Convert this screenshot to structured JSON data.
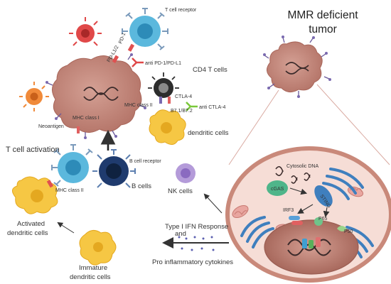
{
  "title_line1": "MMR deficient",
  "title_line2": "tumor",
  "labels": {
    "t_cell_receptor": "T cell receptor",
    "pd1": "PD-1",
    "pdl12": "PD-L1/2",
    "anti_pd1": "anti PD-1/PD-L1",
    "cd4_t_cells": "CD4 T cells",
    "ctla4": "CTLA-4",
    "anti_ctla4": "anti CTLA-4",
    "mhc_class_ii_top": "MHC class II",
    "b7": "B7.1/B7.2",
    "neoantigen": "Neoantigen",
    "mhc_class_i": "MHC class I",
    "dendritic_cells": "dendritic cells",
    "t_cell_activation": "T cell activation",
    "b_cell_receptor": "B cell receptor",
    "b_cells": "B cells",
    "mhc_class_ii_low": "MHC class II",
    "activated_line1": "Activated",
    "activated_line2": "dendritic cells",
    "nk_cells": "NK cells",
    "type1_ifn": "Type I IFN Response",
    "and": "and",
    "pro_inflammatory": "Pro inflammatory cytokines",
    "immature_line1": "Immature",
    "immature_line2": "dendritic cells",
    "cytosolic_dna": "Cytosolic DNA",
    "cgas": "cGAS",
    "sting": "STING",
    "irf3": "IRF3",
    "p65": "P65",
    "p50": "P50"
  },
  "colors": {
    "tumor": "#c48a7c",
    "tumor_border": "#a9665a",
    "t_cell": "#5bb8dd",
    "b_cell": "#1f3b6e",
    "dendritic": "#f6c744",
    "red_cell": "#e04848",
    "orange_cell": "#f08a3a",
    "nk_cell": "#b49bd9",
    "cell_membrane": "#c9897a",
    "cytoplasm": "#f6ddd6",
    "nucleus": "#b4786c",
    "golgi": "#3f7fbe"
  }
}
